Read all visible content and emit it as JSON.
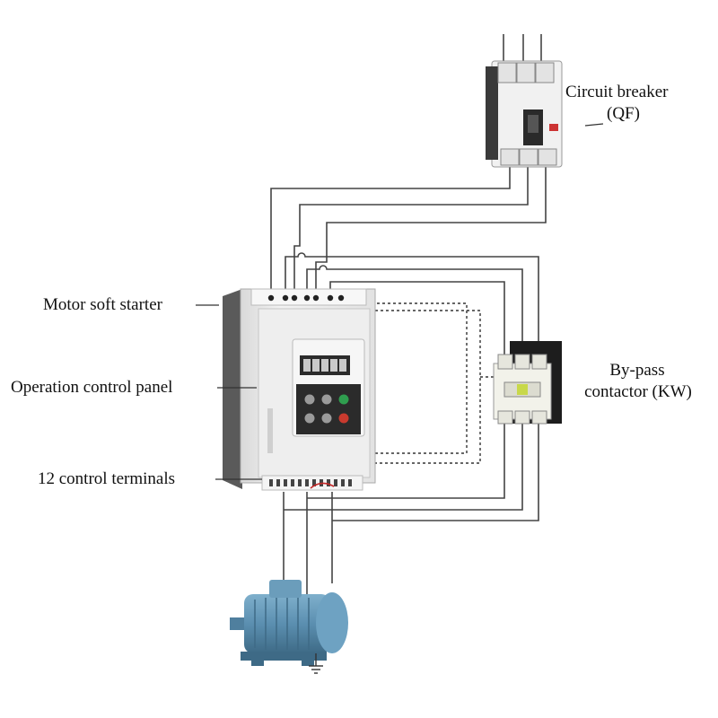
{
  "labels": {
    "circuit_breaker": "Circuit breaker",
    "circuit_breaker_code": "(QF)",
    "soft_starter": "Motor soft starter",
    "control_panel": "Operation control panel",
    "control_terminals": "12 control terminals",
    "bypass_contactor": "By-pass",
    "bypass_contactor_code": "contactor (KW)"
  },
  "colors": {
    "wire": "#444444",
    "starter_body": "#e9e9e9",
    "starter_side": "#5a5a5a",
    "panel_dark": "#2b2b2b",
    "display_digits": "#c9c9c9",
    "button_green": "#2f9e4f",
    "button_red": "#c83a2e",
    "motor_blue": "#5b8fb0",
    "breaker_body": "#f1f1f1",
    "contactor_plate": "#1d1d1d",
    "contactor_body": "#f2f2ea"
  },
  "icons": {
    "display": "7-segment-display",
    "buttons": [
      "grey-button",
      "grey-button",
      "green-button",
      "grey-button",
      "grey-button",
      "red-button"
    ],
    "ground": "ground-icon"
  }
}
